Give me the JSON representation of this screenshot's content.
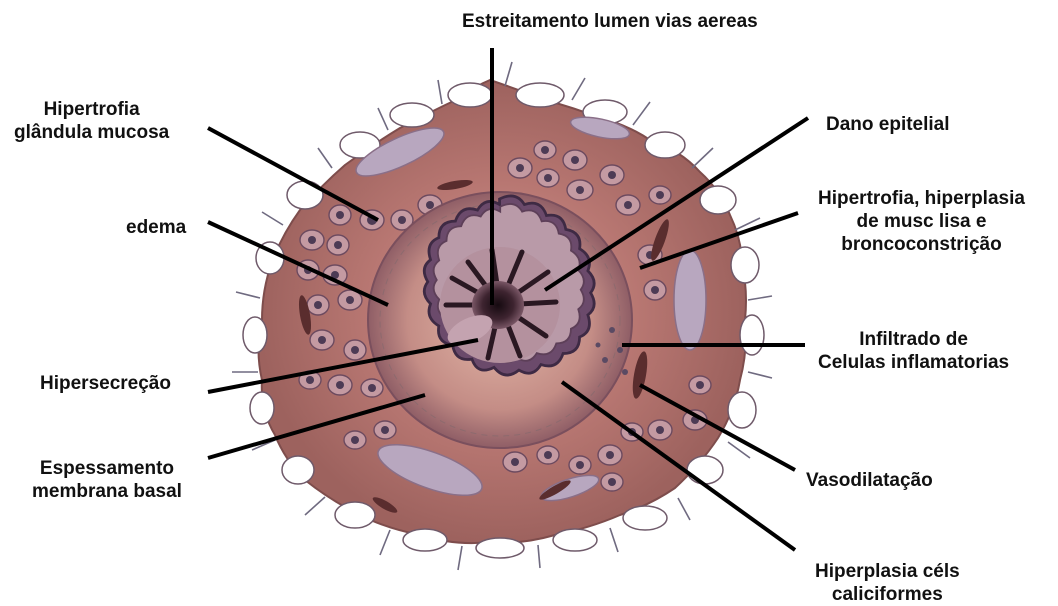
{
  "labels": {
    "lumen": [
      "Estreitamento lumen vias aereas"
    ],
    "gland": [
      "Hipertrofia",
      "glândula mucosa"
    ],
    "edema": [
      "edema"
    ],
    "hypersecretion": [
      "Hipersecreção"
    ],
    "basement": [
      "Espessamento",
      "membrana basal"
    ],
    "epithelial": [
      "Dano epitelial"
    ],
    "muscle": [
      "Hipertrofia, hiperplasia",
      "de musc lisa e",
      "broncoconstrição"
    ],
    "infiltrate": [
      "Infiltrado de",
      "Celulas inflamatorias"
    ],
    "vasodilation": [
      "Vasodilatação"
    ],
    "goblet": [
      "Hiperplasia céls",
      "caliciformes"
    ]
  },
  "colors": {
    "outer_tissue": "#a86a66",
    "outer_tissue_light": "#c99690",
    "mid_tissue": "#8c5a63",
    "epithelium": "#6e4a6a",
    "lumen_dark": "#2a1822",
    "nuclei": "#4d3b55",
    "leader_line": "#000000"
  }
}
